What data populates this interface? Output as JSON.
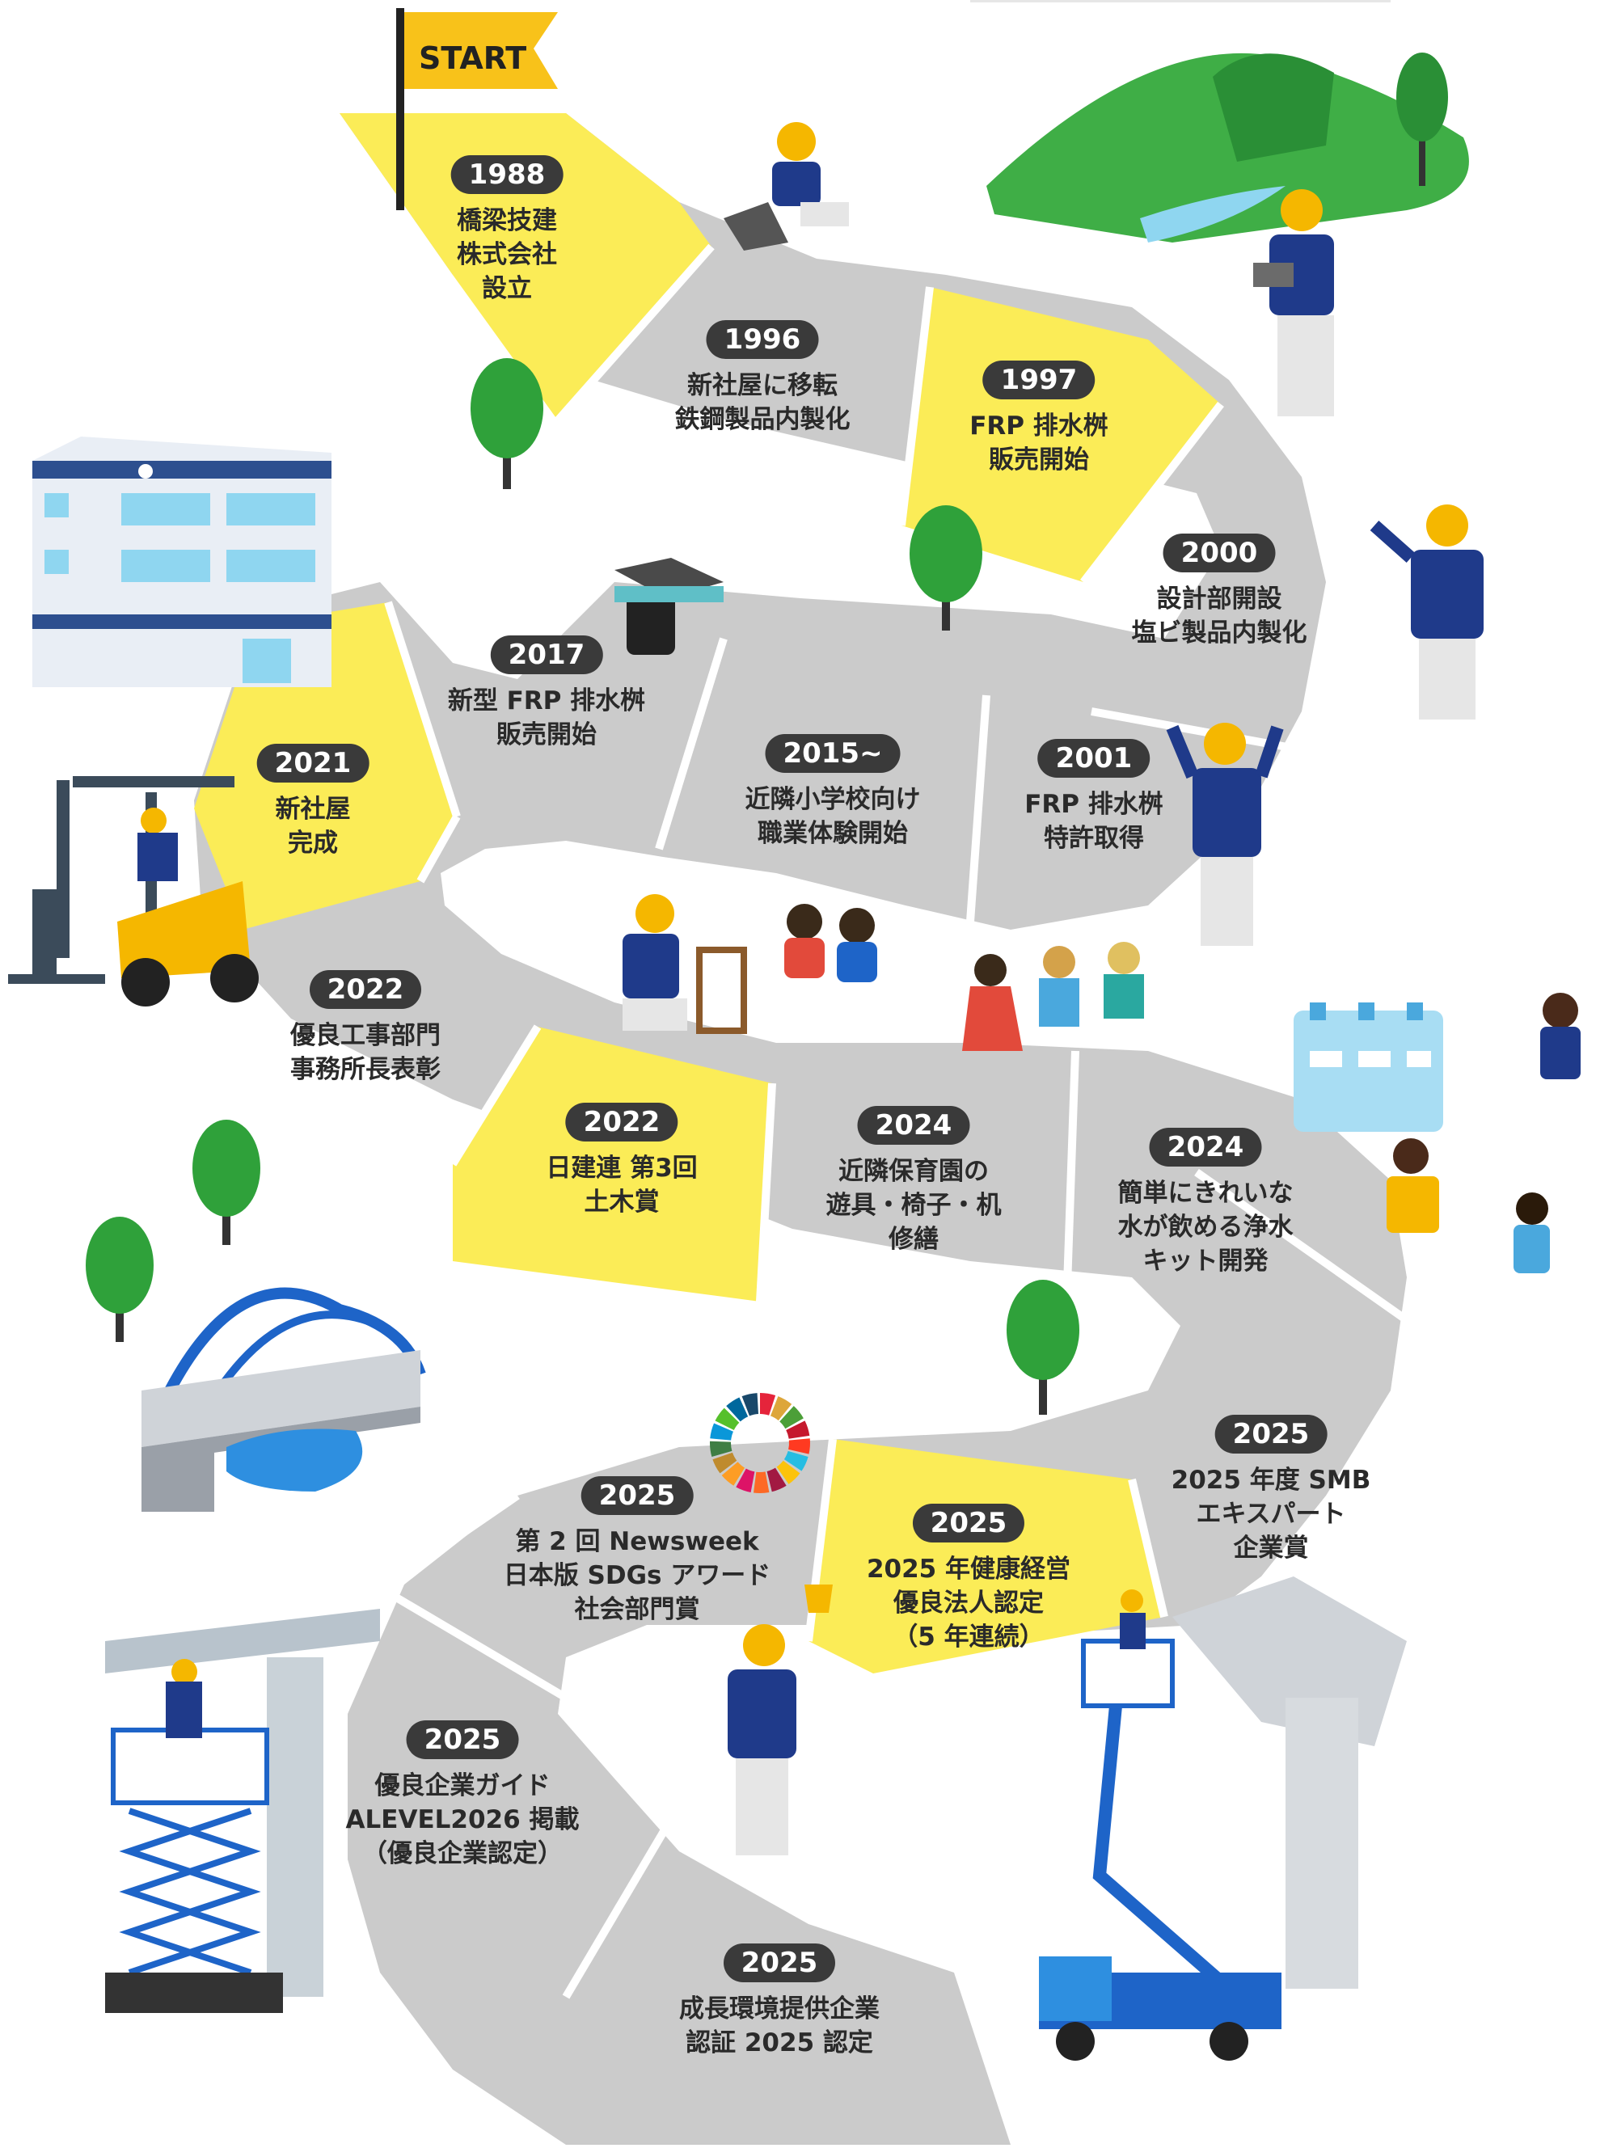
{
  "start_label": "START",
  "milestones": [
    {
      "year": "1988",
      "lines": [
        "橋梁技建",
        "株式会社",
        "設立"
      ]
    },
    {
      "year": "1996",
      "lines": [
        "新社屋に移転",
        "鉄鋼製品内製化"
      ]
    },
    {
      "year": "1997",
      "lines": [
        "FRP 排水桝",
        "販売開始"
      ]
    },
    {
      "year": "2000",
      "lines": [
        "設計部開設",
        "塩ビ製品内製化"
      ]
    },
    {
      "year": "2001",
      "lines": [
        "FRP 排水桝",
        "特許取得"
      ]
    },
    {
      "year": "2015~",
      "lines": [
        "近隣小学校向け",
        "職業体験開始"
      ]
    },
    {
      "year": "2017",
      "lines": [
        "新型 FRP 排水桝",
        "販売開始"
      ]
    },
    {
      "year": "2021",
      "lines": [
        "新社屋",
        "完成"
      ]
    },
    {
      "year": "2022",
      "lines": [
        "優良工事部門",
        "事務所長表彰"
      ]
    },
    {
      "year": "2022",
      "lines": [
        "日建連 第3回",
        "土木賞"
      ]
    },
    {
      "year": "2024",
      "lines": [
        "近隣保育園の",
        "遊具・椅子・机",
        "修繕"
      ]
    },
    {
      "year": "2024",
      "lines": [
        "簡単にきれいな",
        "水が飲める浄水",
        "キット開発"
      ]
    },
    {
      "year": "2025",
      "lines": [
        "2025 年度 SMB",
        "エキスパート",
        "企業賞"
      ]
    },
    {
      "year": "2025",
      "lines": [
        "2025 年健康経営",
        "優良法人認定",
        "（5 年連続）"
      ]
    },
    {
      "year": "2025",
      "lines": [
        "第 2 回 Newsweek",
        "日本版 SDGs アワード",
        "社会部門賞"
      ]
    },
    {
      "year": "2025",
      "lines": [
        "優良企業ガイド",
        "ALEVEL2026 掲載",
        "（優良企業認定）"
      ]
    },
    {
      "year": "2025",
      "lines": [
        "成長環境提供企業",
        "認証 2025 認定"
      ]
    }
  ],
  "colors": {
    "path_gray": "#cbcbcb",
    "highlight_yellow": "#fbec57",
    "divider": "#ffffff",
    "year_badge": "#3a3a3a",
    "text": "#2a2a2a",
    "flag": "#f8c21a",
    "tree": "#2fa13a",
    "worker_uniform": "#1f3a8a",
    "helmet": "#f5b700"
  },
  "illustrations": [
    "start-flag-icon",
    "welder-worker-icon",
    "green-hill-river-icon",
    "phone-laptop-worker-icon",
    "waving-worker-icon",
    "office-building-icon",
    "drain-basin-icon",
    "forklift-icon",
    "cheering-worker-icon",
    "carpenter-worker-icon",
    "seated-children-icon",
    "running-children-icon",
    "water-bottles-icon",
    "happy-children-icon",
    "arch-bridge-icon",
    "sdgs-wheel-icon",
    "trophy-worker-icon",
    "scissor-lift-icon",
    "boom-lift-truck-icon",
    "tree-icon"
  ]
}
